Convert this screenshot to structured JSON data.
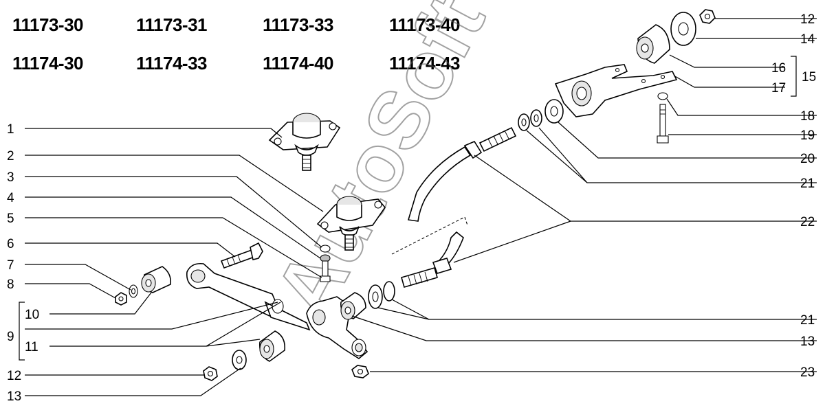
{
  "models": {
    "row1": [
      "11173-30",
      "11173-31",
      "11173-33",
      "11173-40"
    ],
    "row2": [
      "11174-30",
      "11174-33",
      "11174-40",
      "11174-43"
    ]
  },
  "callouts": {
    "left": {
      "c1": "1",
      "c2": "2",
      "c3": "3",
      "c4": "4",
      "c5": "5",
      "c6": "6",
      "c7": "7",
      "c8": "8",
      "c9": "9",
      "c10": "10",
      "c11": "11",
      "c12": "12",
      "c13": "13"
    },
    "right": {
      "c12": "12",
      "c14": "14",
      "c15": "15",
      "c16": "16",
      "c17": "17",
      "c18": "18",
      "c19": "19",
      "c20": "20",
      "c21a": "21",
      "c22": "22",
      "c21b": "21",
      "c13": "13",
      "c23": "23"
    }
  },
  "watermark": "AutoSoft"
}
